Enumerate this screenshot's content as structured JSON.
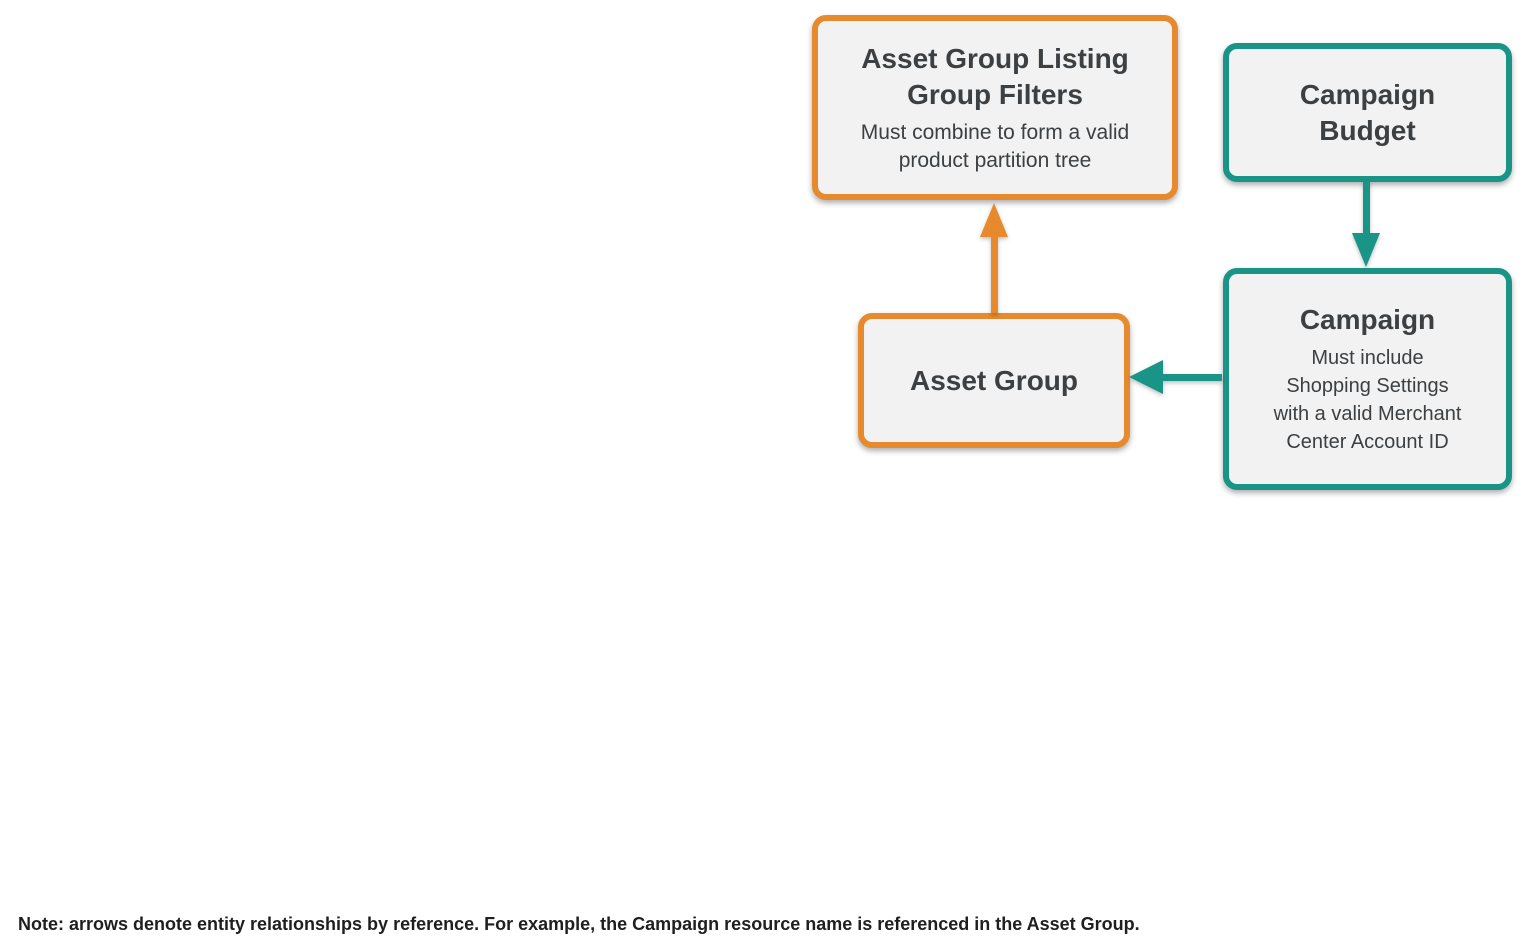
{
  "diagram": {
    "colors": {
      "orange": "#E68A2D",
      "teal": "#1A9487",
      "node_fill": "#F2F2F2",
      "text": "#3C4043",
      "note_text": "#1F1F1F"
    },
    "nodes": [
      {
        "id": "asset-group-listing-group-filters",
        "title": "Asset Group Listing\nGroup Filters",
        "subtitle": "Must combine to form a valid\nproduct partition tree",
        "color": "#E68A2D"
      },
      {
        "id": "campaign-budget",
        "title": "Campaign\nBudget",
        "subtitle": "",
        "color": "#1A9487"
      },
      {
        "id": "campaign",
        "title": "Campaign",
        "subtitle": "Must include\nShopping Settings\nwith a valid Merchant\nCenter Account ID",
        "color": "#1A9487"
      },
      {
        "id": "asset-group",
        "title": "Asset Group",
        "subtitle": "",
        "color": "#E68A2D"
      }
    ],
    "edges": [
      {
        "from": "Asset Group",
        "to": "Asset Group Listing Group Filters",
        "direction": "up",
        "color": "#E68A2D"
      },
      {
        "from": "Campaign Budget",
        "to": "Campaign",
        "direction": "down",
        "color": "#1A9487"
      },
      {
        "from": "Campaign",
        "to": "Asset Group",
        "direction": "left",
        "color": "#1A9487"
      }
    ],
    "note": "Note: arrows denote entity relationships by reference. For example, the Campaign resource name is referenced in the Asset Group."
  }
}
